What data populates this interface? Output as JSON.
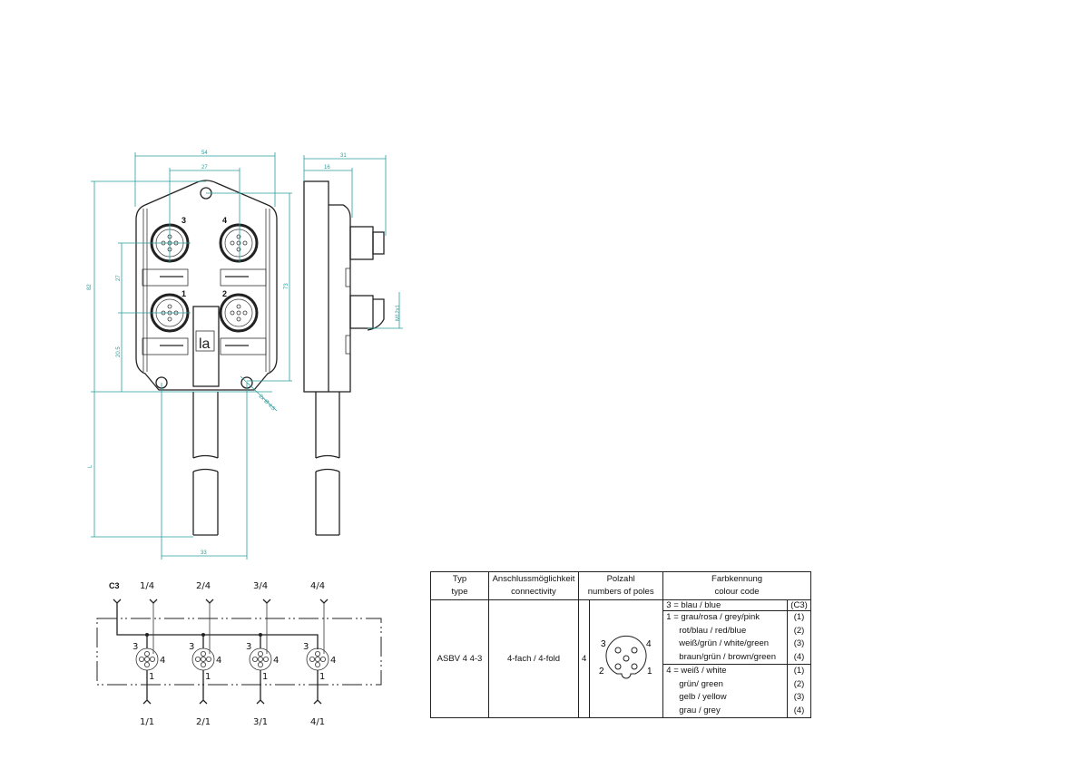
{
  "drawing": {
    "dimensions": {
      "width": "54",
      "hole_spacing": "27",
      "depth": "31",
      "depth_inner": "16",
      "height": "82",
      "port_spacing": "27",
      "bottom_offset": "20.5",
      "hole_height": "73",
      "cable_length": "L",
      "cable_hole_spacing": "33",
      "thread": "M12x1",
      "holes": "2x Ø 4.5"
    },
    "port_labels": [
      "3",
      "4",
      "1",
      "2"
    ],
    "logo": "la"
  },
  "wiring": {
    "common": "C3",
    "top_labels": [
      "1/4",
      "2/4",
      "3/4",
      "4/4"
    ],
    "bottom_labels": [
      "1/1",
      "2/1",
      "3/1",
      "4/1"
    ],
    "pin_labels": {
      "p3": "3",
      "p4": "4",
      "p1": "1"
    }
  },
  "table": {
    "headers": {
      "typ": "Typ",
      "type": "type",
      "ans": "Anschlussmöglichkeit",
      "conn": "connectivity",
      "pol": "Polzahl",
      "poles": "numbers of poles",
      "farb": "Farbkennung",
      "colour": "colour code"
    },
    "row": {
      "type": "ASBV 4 4-3",
      "connectivity": "4-fach / 4-fold",
      "poles": "4"
    },
    "pin_diagram": {
      "p3": "3",
      "p4": "4",
      "p2": "2",
      "p1": "1"
    },
    "c3": {
      "text": "3 = blau / blue",
      "code": "(C3)"
    },
    "group1": [
      {
        "text": "1 = grau/rosa / grey/pink",
        "code": "(1)"
      },
      {
        "text": "rot/blau / red/blue",
        "code": "(2)"
      },
      {
        "text": "weiß/grün / white/green",
        "code": "(3)"
      },
      {
        "text": "braun/grün / brown/green",
        "code": "(4)"
      }
    ],
    "group2": [
      {
        "text": "4 = weiß / white",
        "code": "(1)"
      },
      {
        "text": "grün/ green",
        "code": "(2)"
      },
      {
        "text": "gelb / yellow",
        "code": "(3)"
      },
      {
        "text": "grau / grey",
        "code": "(4)"
      }
    ]
  },
  "colors": {
    "dimension": "#2a9d9d",
    "line": "#222222"
  }
}
